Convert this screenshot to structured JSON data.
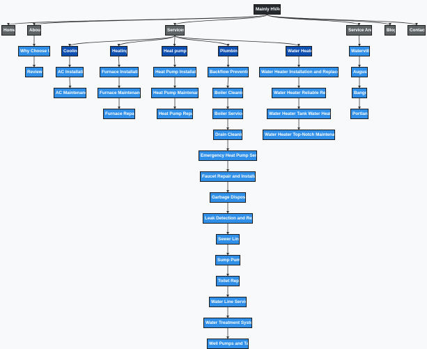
{
  "sitemap": {
    "root": "Mainly HVAC",
    "top_nav": {
      "home": "Home",
      "about": "About",
      "services": "Services",
      "service_areas": "Service Areas",
      "blog": "Blog",
      "contact": "Contact"
    },
    "about_children": [
      "Why Choose Us",
      "Reviews"
    ],
    "categories": {
      "cooling": {
        "label": "Cooling",
        "items": [
          "AC Installation",
          "AC Maintenance"
        ]
      },
      "heating": {
        "label": "Heating",
        "items": [
          "Furnace Installation",
          "Furnace Maintenance",
          "Furnace Repair"
        ]
      },
      "heat_pumps": {
        "label": "Heat pumps",
        "items": [
          "Heat Pump Installation",
          "Heat Pump Maintenance",
          "Heat Pump Repair"
        ]
      },
      "plumbing": {
        "label": "Plumbing",
        "items": [
          "Backflow Prevention",
          "Boiler Cleaning",
          "Boiler Services",
          "Drain Cleaning",
          "Emergency Heat Pump Service",
          "Faucet Repair and Installation",
          "Garbage Disposal",
          "Leak Detection and Repair",
          "Sewer Lines",
          "Sump Pumps",
          "Toilet Repair",
          "Water Line Services",
          "Water Treatment System",
          "Well Pumps and Tanks"
        ]
      },
      "water_heater": {
        "label": "Water Heater",
        "items": [
          "Water Heater Installation and Replacement",
          "Water Heater Reliable Repair",
          "Water Heater Tank Water Heater",
          "Water Heater Top-Notch Maintenance"
        ]
      }
    },
    "service_area_children": [
      "Waterville",
      "Augusta",
      "Bangor",
      "Portland"
    ]
  },
  "colors": {
    "root": "#262a2e",
    "top_level": "#5e6366",
    "category": "#0e4fb2",
    "leaf": "#2f8fe8",
    "edge": "#333333",
    "background": "#f7f9fb"
  }
}
